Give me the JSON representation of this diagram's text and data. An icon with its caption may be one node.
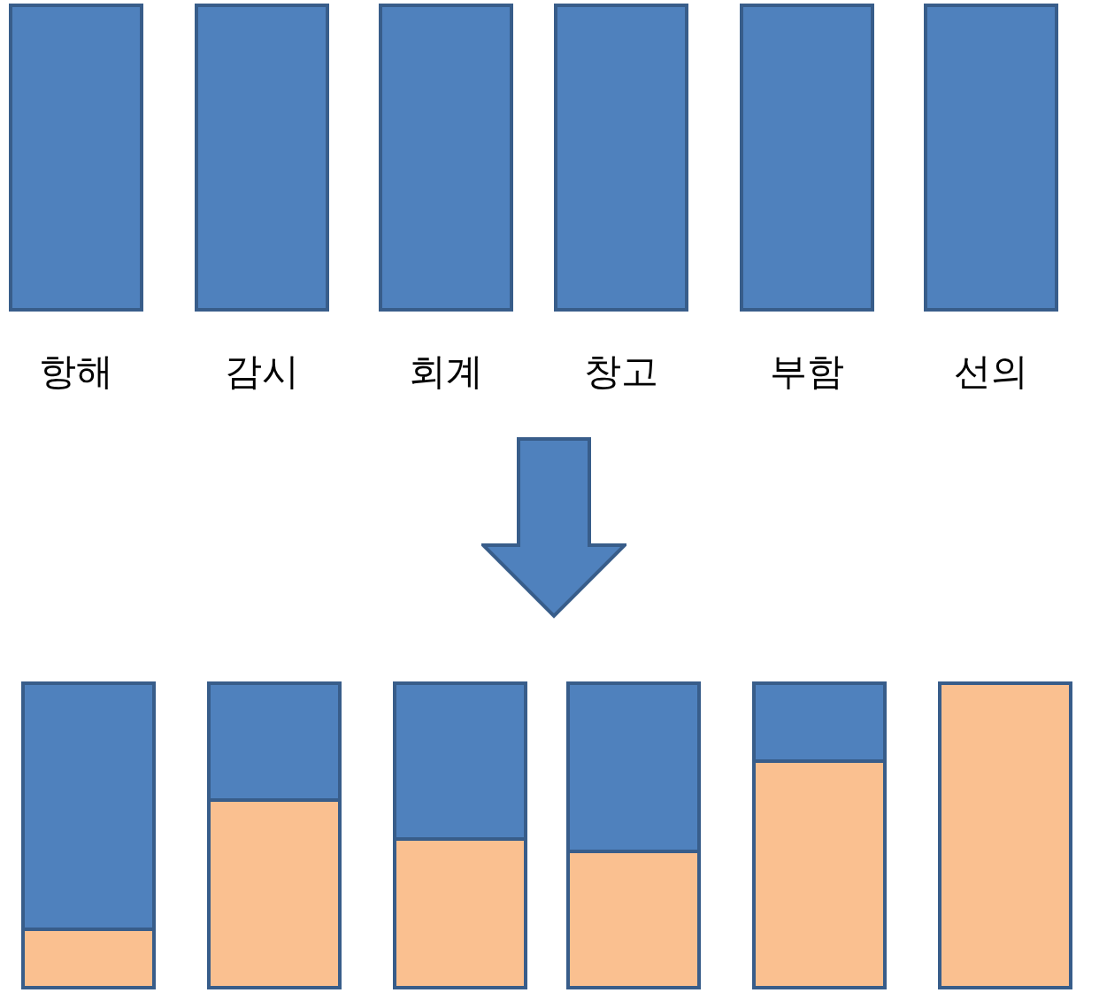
{
  "diagram": {
    "nodes": [
      {
        "text": [
          "항해"
        ]
      },
      {
        "text": [
          "감시"
        ]
      },
      {
        "text": [
          "회계"
        ]
      },
      {
        "text": [
          "창고"
        ]
      },
      {
        "text": [
          "부함"
        ]
      },
      {
        "text": [
          "선의"
        ]
      },
      {
        "text": [],
        "shape": "bar"
      },
      {
        "text": [],
        "shape": "bar"
      },
      {
        "text": [],
        "shape": "bar"
      },
      {
        "text": [],
        "shape": "bar"
      },
      {
        "text": [],
        "shape": "bar"
      },
      {
        "text": [],
        "shape": "bar"
      }
    ]
  }
}
